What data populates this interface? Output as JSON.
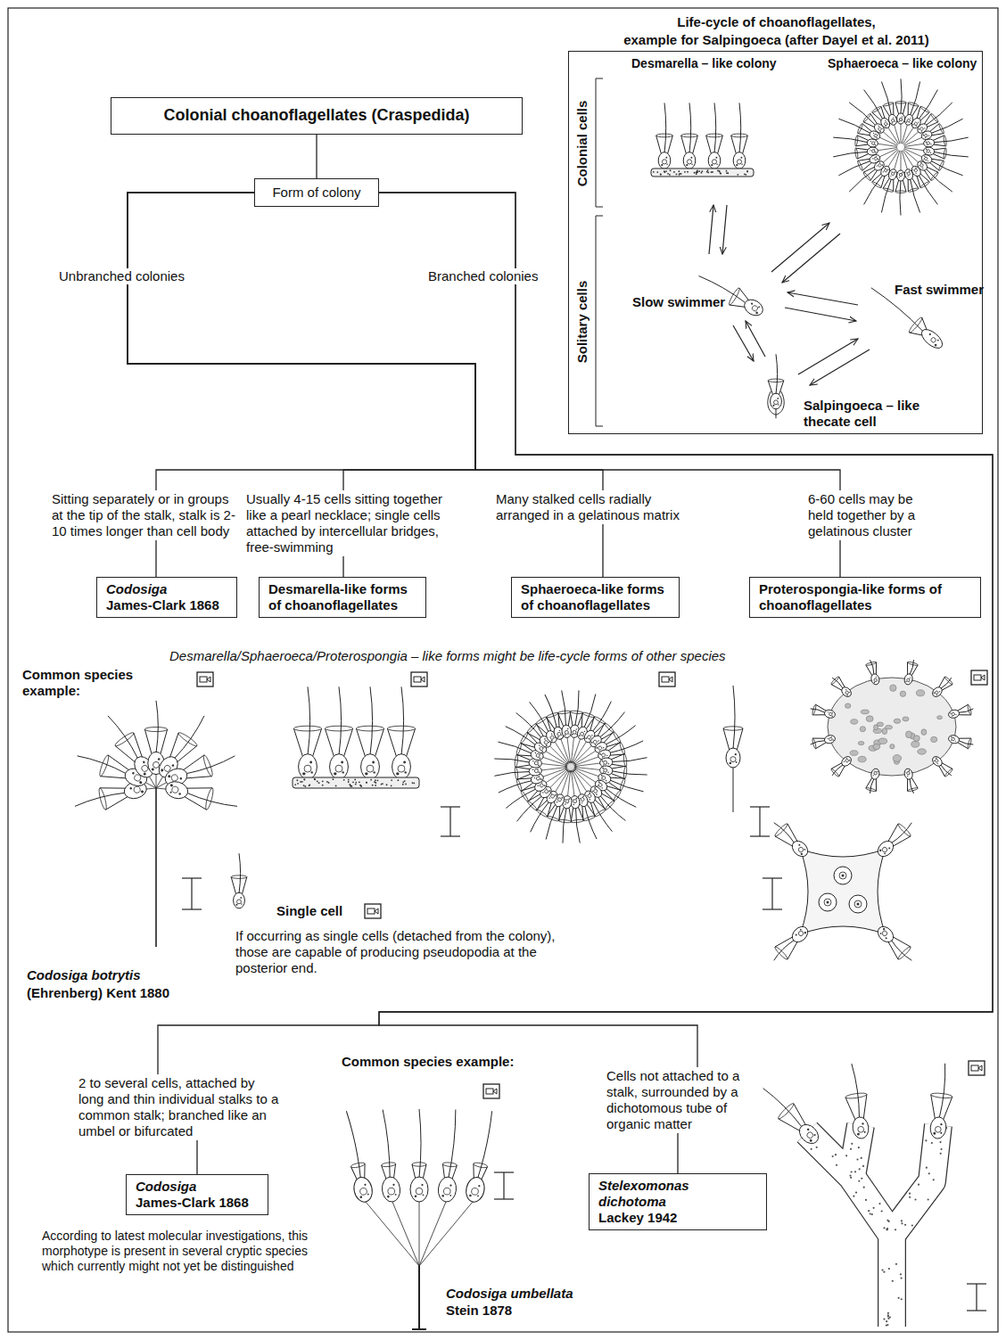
{
  "diagram": {
    "nodes": [
      {
        "text": [
          "Colonial choanoflagellates (Craspedida)"
        ]
      },
      {
        "text": [
          "Form of colony"
        ]
      },
      {
        "text": [
          "Life-cycle of choanoflagellates,",
          "example for Salpingoeca (after Dayel et al. 2011)",
          "Desmarella – like colony",
          "Sphaeroeca – like colony",
          "Colonial cells",
          "Solitary cells",
          "Slow swimmer",
          "Fast swimmer",
          "Salpingoeca – like thecate cell"
        ]
      },
      {
        "text": [
          "Codosiga",
          "James-Clark 1868"
        ]
      },
      {
        "text": [
          "Desmarella-like forms of choanoflagellates"
        ]
      },
      {
        "text": [
          "Sphaeroeca-like forms of choanoflagellates"
        ]
      },
      {
        "text": [
          "Proterospongia-like forms of choanoflagellates"
        ]
      },
      {
        "text": [
          "Codosiga",
          "James-Clark 1868"
        ]
      },
      {
        "text": [
          "Stelexomonas dichotoma",
          "Lackey 1942"
        ]
      }
    ],
    "edges": [
      {
        "from": 0,
        "to": 1,
        "arrow": "none"
      },
      {
        "from": 1,
        "to": 3,
        "arrow": "none",
        "label": "Sitting separately or in groups at the tip of the stalk, stalk is 2-10 times longer than cell body"
      },
      {
        "from": 1,
        "to": 4,
        "arrow": "none",
        "label": "Usually 4-15 cells sitting together like a pearl necklace; single cells attached by intercellular bridges, free-swimming"
      },
      {
        "from": 1,
        "to": 5,
        "arrow": "none",
        "label": "Many stalked cells radially arranged in a gelatinous matrix"
      },
      {
        "from": 1,
        "to": 6,
        "arrow": "none",
        "label": "6-60 cells may be held together by a gelatinous cluster"
      },
      {
        "from": 1,
        "to": 7,
        "arrow": "none",
        "label": "2 to several cells, attached by long and thin individual stalks to a common stalk; branched like an umbel or bifurcated"
      },
      {
        "from": 1,
        "to": 8,
        "arrow": "none",
        "label": "Cells not attached to a stalk, surrounded by a dichotomous tube of organic matter"
      }
    ],
    "labels": [
      "Unbranched colonies",
      "Branched colonies",
      "Desmarella/Sphaeroeca/Proterospongia – like forms might be life-cycle forms of other species",
      "Common species example:",
      "Single cell",
      "If occurring as single cells (detached from the colony), those are capable of producing pseudopodia at the posterior end.",
      "Codosiga botrytis",
      "(Ehrenberg) Kent 1880",
      "Common species example:",
      "Codosiga umbellata",
      "Stein 1878",
      "According to latest molecular investigations, this morphotype is present in several cryptic species which currently might not yet be distinguished"
    ]
  }
}
